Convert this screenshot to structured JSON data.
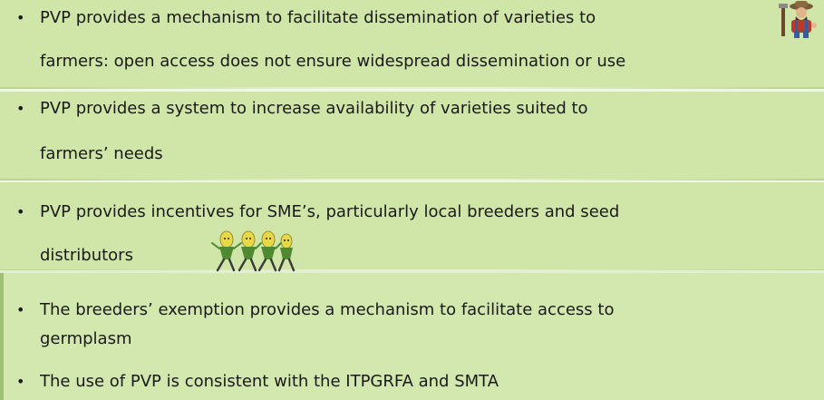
{
  "bullets": [
    {
      "symbol": "•",
      "lines": [
        "PVP provides a mechanism to facilitate dissemination of varieties to",
        "farmers:  open access does not ensure widespread dissemination or use"
      ]
    },
    {
      "symbol": "•",
      "lines": [
        "PVP provides a system to increase availability of varieties suited to",
        "farmers’ needs"
      ]
    },
    {
      "symbol": "•",
      "lines": [
        "PVP provides incentives for SME’s, particularly local breeders and seed",
        "distributors"
      ]
    },
    {
      "symbol": "•",
      "lines": [
        "The breeders’ exemption provides a mechanism to facilitate access to",
        "germplasm"
      ]
    },
    {
      "symbol": "•",
      "lines": [
        "The use of PVP is consistent with the ITPGRFA and SMTA"
      ]
    }
  ],
  "images": {
    "farmer": "farmer-clipart-icon",
    "dancers": "dancing-corn-clipart-icon"
  },
  "colors": {
    "band": "#cfe6a8",
    "band_light": "#d2e8ae",
    "separator": "#f1f7e5",
    "text": "#1a1a1a"
  }
}
